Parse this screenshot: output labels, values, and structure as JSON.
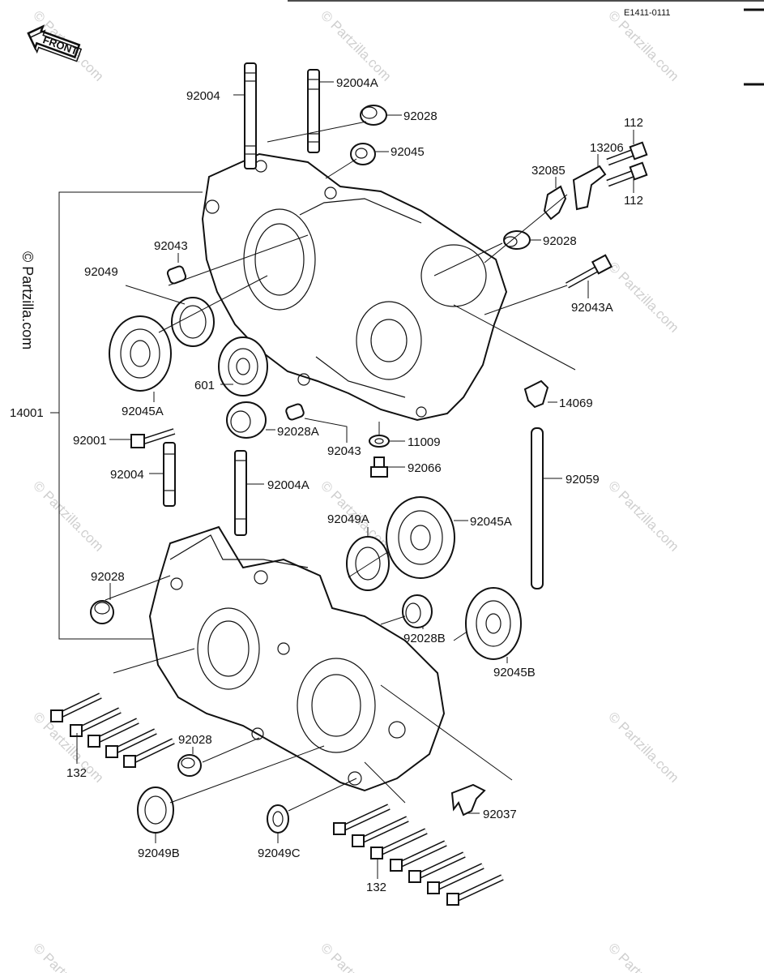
{
  "diagram_code": "E1411-0111",
  "front_label": "FRONT",
  "watermark": "© Partzilla.com",
  "labels": {
    "p92004_top": "92004",
    "p92004A_top": "92004A",
    "p92028_top": "92028",
    "p92045_top": "92045",
    "p112_a": "112",
    "p13206": "13206",
    "p32085": "32085",
    "p112_b": "112",
    "p92028_right": "92028",
    "p92043_top": "92043",
    "p92049": "92049",
    "p92043A": "92043A",
    "p601": "601",
    "p92045A_left": "92045A",
    "p14001": "14001",
    "p14069": "14069",
    "p92028A": "92028A",
    "p92001": "92001",
    "p92043_mid": "92043",
    "p11009": "11009",
    "p92066": "92066",
    "p92004_low": "92004",
    "p92004A_low": "92004A",
    "p92059": "92059",
    "p92049A": "92049A",
    "p92045A_right": "92045A",
    "p92028_low": "92028",
    "p92028B": "92028B",
    "p92045B": "92045B",
    "p92028_bottom": "92028",
    "p132_left": "132",
    "p92037": "92037",
    "p92049B": "92049B",
    "p92049C": "92049C",
    "p132_bottom": "132"
  }
}
